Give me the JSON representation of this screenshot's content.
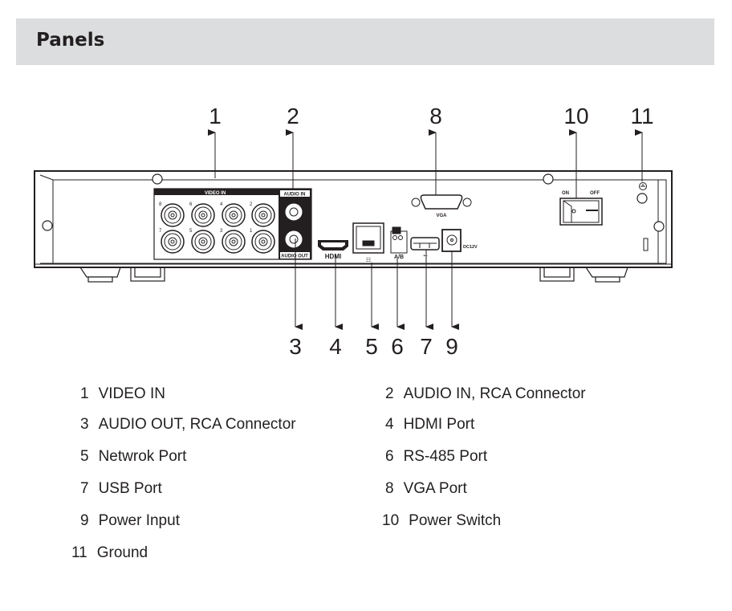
{
  "header": {
    "title": "Panels"
  },
  "device_labels": {
    "video_in": "VIDEO IN",
    "audio_in": "AUDIO IN",
    "audio_out": "AUDIO OUT",
    "bnc_numbers": [
      "8",
      "6",
      "4",
      "2",
      "7",
      "5",
      "3",
      "1"
    ],
    "hdmi": "HDMI",
    "rs485": "A/B",
    "vga": "VGA",
    "dc": "DC12V",
    "on": "ON",
    "off": "OFF"
  },
  "callouts": {
    "top": [
      "1",
      "2",
      "8",
      "10",
      "11"
    ],
    "bottom": [
      "3",
      "4",
      "5",
      "6",
      "7",
      "9"
    ]
  },
  "legend": [
    {
      "num": "1",
      "label": "VIDEO IN"
    },
    {
      "num": "2",
      "label": "AUDIO IN, RCA Connector"
    },
    {
      "num": "3",
      "label": "AUDIO OUT, RCA Connector"
    },
    {
      "num": "4",
      "label": "HDMI Port"
    },
    {
      "num": "5",
      "label": "Netwrok Port"
    },
    {
      "num": "6",
      "label": "RS-485 Port"
    },
    {
      "num": "7",
      "label": "USB Port"
    },
    {
      "num": "8",
      "label": "VGA Port"
    },
    {
      "num": "9",
      "label": "Power Input"
    },
    {
      "num": "10",
      "label": "Power Switch"
    },
    {
      "num": "11",
      "label": "Ground"
    }
  ]
}
